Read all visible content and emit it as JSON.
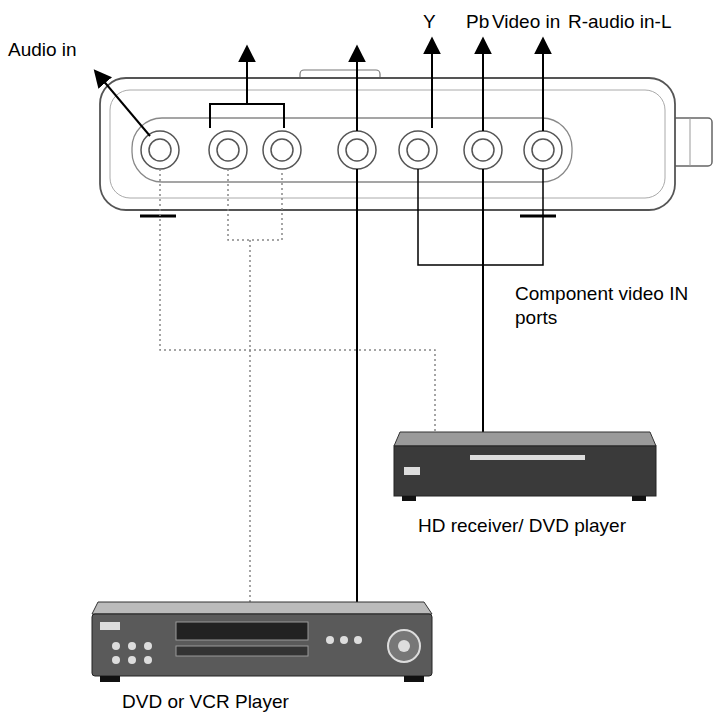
{
  "diagram": {
    "nodes": [
      {
        "text": [
          "HD receiver/ DVD player"
        ]
      },
      {
        "text": [
          "DVD or VCR Player"
        ]
      }
    ],
    "labels": [
      "Audio in",
      "Y",
      "Pb",
      "Video in",
      "R-audio in-L",
      "Component video IN ports"
    ]
  }
}
